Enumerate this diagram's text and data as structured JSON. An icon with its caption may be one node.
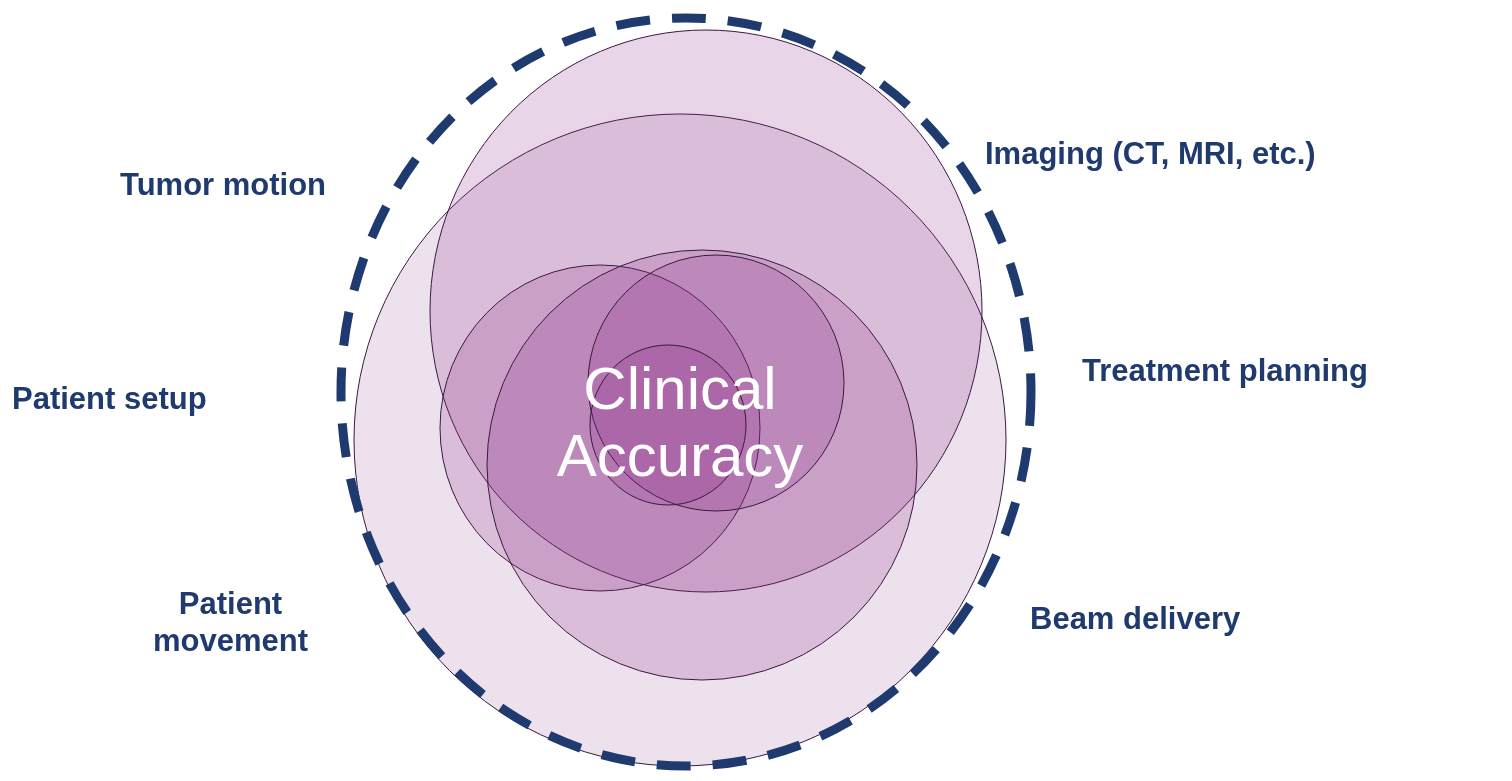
{
  "diagram": {
    "nodes": [
      {
        "text": [
          "Clinical Accuracy"
        ]
      }
    ],
    "labels": [
      "Tumor motion",
      "Imaging (CT, MRI, etc.)",
      "Patient setup",
      "Treatment planning",
      "Patient movement",
      "Beam delivery"
    ]
  }
}
